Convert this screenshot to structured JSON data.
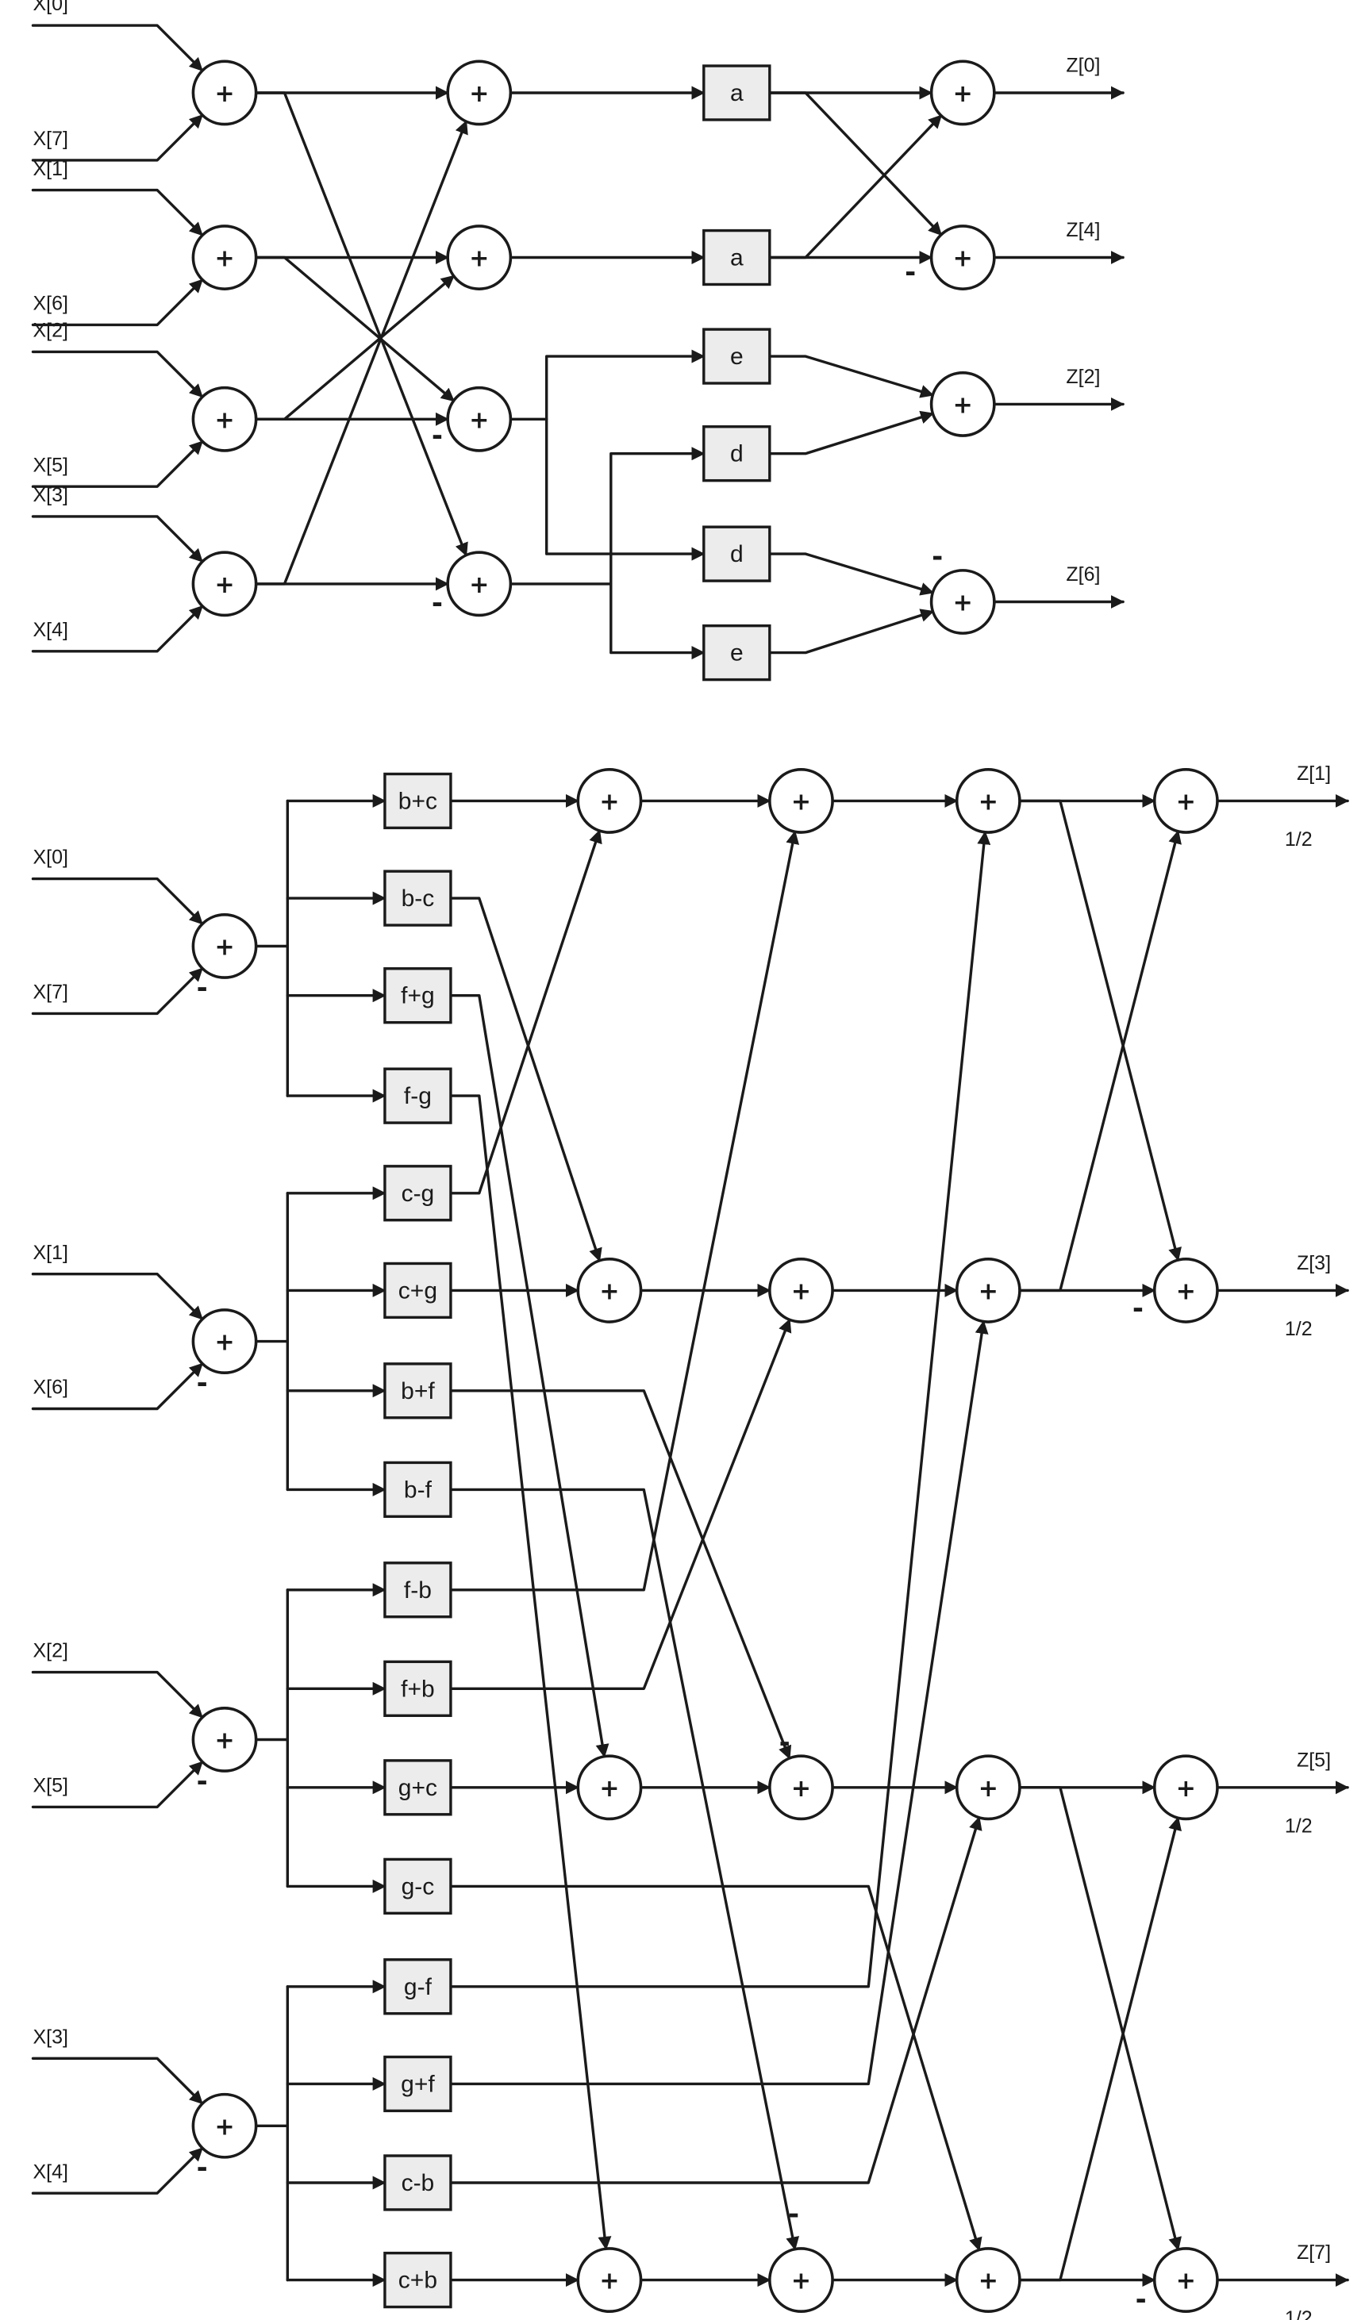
{
  "stage1": {
    "inputs": [
      [
        "X[0]",
        "X[7]"
      ],
      [
        "X[1]",
        "X[6]"
      ],
      [
        "X[2]",
        "X[5]"
      ],
      [
        "X[3]",
        "X[4]"
      ]
    ],
    "coefficients": [
      "a",
      "a",
      "e",
      "d",
      "d",
      "e"
    ],
    "outputs": [
      "Z[0]",
      "Z[4]",
      "Z[2]",
      "Z[6]"
    ]
  },
  "stage2": {
    "inputs": [
      [
        "X[0]",
        "X[7]"
      ],
      [
        "X[1]",
        "X[6]"
      ],
      [
        "X[2]",
        "X[5]"
      ],
      [
        "X[3]",
        "X[4]"
      ]
    ],
    "coefficients": [
      "b+c",
      "b-c",
      "f+g",
      "f-g",
      "c-g",
      "c+g",
      "b+f",
      "b-f",
      "f-b",
      "f+b",
      "g+c",
      "g-c",
      "g-f",
      "g+f",
      "c-b",
      "c+b"
    ],
    "outputs": [
      "Z[1]",
      "Z[3]",
      "Z[5]",
      "Z[7]"
    ],
    "scale": "1/2"
  },
  "symbols": {
    "plus": "+",
    "minus": "-"
  }
}
